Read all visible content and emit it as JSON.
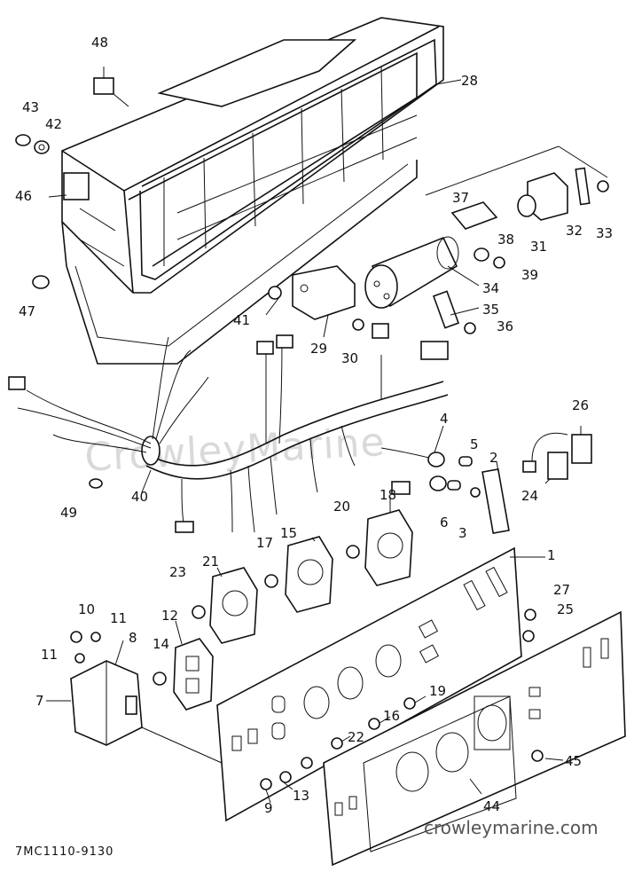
{
  "watermark": "CrowleyMarine",
  "footer_code": "7MC1110-9130",
  "site_url": "crowleymarine.com",
  "callouts": [
    {
      "id": "48",
      "label": "48"
    },
    {
      "id": "28",
      "label": "28"
    },
    {
      "id": "43",
      "label": "43"
    },
    {
      "id": "42",
      "label": "42"
    },
    {
      "id": "46",
      "label": "46"
    },
    {
      "id": "47",
      "label": "47"
    },
    {
      "id": "37",
      "label": "37"
    },
    {
      "id": "31",
      "label": "31"
    },
    {
      "id": "32",
      "label": "32"
    },
    {
      "id": "33",
      "label": "33"
    },
    {
      "id": "38",
      "label": "38"
    },
    {
      "id": "39",
      "label": "39"
    },
    {
      "id": "34",
      "label": "34"
    },
    {
      "id": "35",
      "label": "35"
    },
    {
      "id": "36",
      "label": "36"
    },
    {
      "id": "41",
      "label": "41"
    },
    {
      "id": "29",
      "label": "29"
    },
    {
      "id": "30",
      "label": "30"
    },
    {
      "id": "26",
      "label": "26"
    },
    {
      "id": "4",
      "label": "4"
    },
    {
      "id": "5",
      "label": "5"
    },
    {
      "id": "2",
      "label": "2"
    },
    {
      "id": "24",
      "label": "24"
    },
    {
      "id": "6",
      "label": "6"
    },
    {
      "id": "3",
      "label": "3"
    },
    {
      "id": "40",
      "label": "40"
    },
    {
      "id": "49",
      "label": "49"
    },
    {
      "id": "18",
      "label": "18"
    },
    {
      "id": "20",
      "label": "20"
    },
    {
      "id": "15",
      "label": "15"
    },
    {
      "id": "17",
      "label": "17"
    },
    {
      "id": "1",
      "label": "1"
    },
    {
      "id": "23",
      "label": "23"
    },
    {
      "id": "21",
      "label": "21"
    },
    {
      "id": "27",
      "label": "27"
    },
    {
      "id": "25",
      "label": "25"
    },
    {
      "id": "10",
      "label": "10"
    },
    {
      "id": "11a",
      "label": "11"
    },
    {
      "id": "11b",
      "label": "11"
    },
    {
      "id": "12",
      "label": "12"
    },
    {
      "id": "8",
      "label": "8"
    },
    {
      "id": "14",
      "label": "14"
    },
    {
      "id": "7",
      "label": "7"
    },
    {
      "id": "19",
      "label": "19"
    },
    {
      "id": "16",
      "label": "16"
    },
    {
      "id": "22",
      "label": "22"
    },
    {
      "id": "45",
      "label": "45"
    },
    {
      "id": "13",
      "label": "13"
    },
    {
      "id": "9",
      "label": "9"
    },
    {
      "id": "44",
      "label": "44"
    }
  ]
}
